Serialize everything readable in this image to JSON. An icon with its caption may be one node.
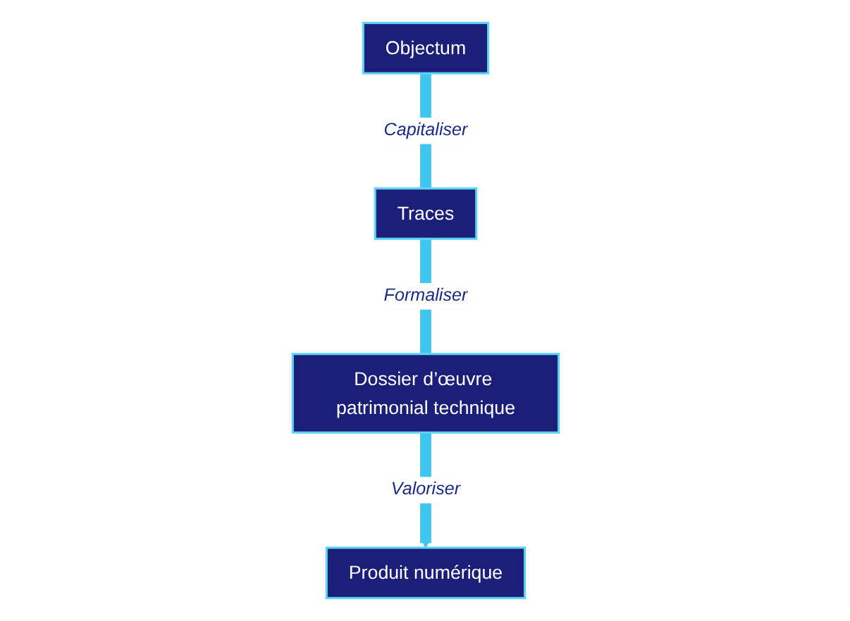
{
  "diagram": {
    "nodes": [
      {
        "text": [
          "Produit numérique"
        ]
      },
      {
        "text": [
          "Objectum"
        ]
      },
      {
        "text": [
          "Dossier d’œuvre patrimonial technique"
        ]
      },
      {
        "text": [
          "Traces"
        ]
      }
    ],
    "edges": [
      {
        "from": 1,
        "to": 3,
        "arrow": "none",
        "label": "Capitaliser"
      },
      {
        "from": 3,
        "to": 2,
        "arrow": "none",
        "label": "Formaliser"
      },
      {
        "from": 2,
        "to": 0,
        "arrow": "to",
        "label": "Valoriser"
      }
    ]
  }
}
